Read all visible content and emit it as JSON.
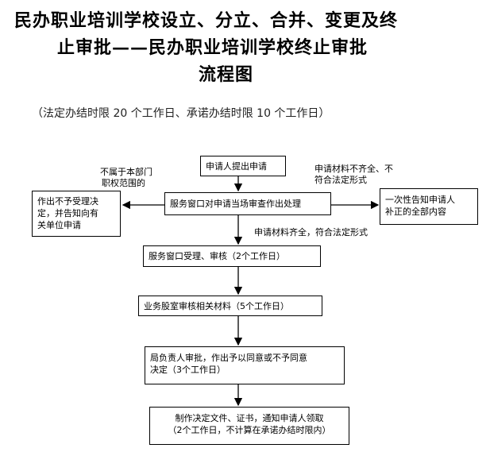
{
  "title": {
    "line1": "民办职业培训学校设立、分立、合并、变更及终",
    "line2": "止审批——民办职业培训学校终止审批",
    "line3": "流程图"
  },
  "subtitle": "（法定办结时限 20 个工作日、承诺办结时限 10 个工作日）",
  "boxes": {
    "apply": "申请人提出申请",
    "review": "服务窗口对申请当场审查作出处理",
    "reject": {
      "l1": "作出不予受理决",
      "l2": "定，并告知向有",
      "l3": "关单位申请"
    },
    "notify": {
      "l1": "一次性告知申请人",
      "l2": "补正的全部内容"
    },
    "accept": "服务窗口受理、审核（2个工作日）",
    "dept": "业务股室审核相关材料（5个工作日）",
    "approve": {
      "l1": "局负责人审批，作出予以同意或不予同意",
      "l2": "决定（3个工作日）"
    },
    "issue": {
      "l1": "制作决定文件、证书，通知申请人领取",
      "l2": "（2个工作日，不计算在承诺办结时限内）"
    }
  },
  "labels": {
    "outside": {
      "l1": "不属于本部门",
      "l2": "职权范围的"
    },
    "incomplete": {
      "l1": "申请材料不齐全、不",
      "l2": "符合法定形式"
    },
    "complete": "申请材料齐全，符合法定形式"
  },
  "para_mark": "↵"
}
